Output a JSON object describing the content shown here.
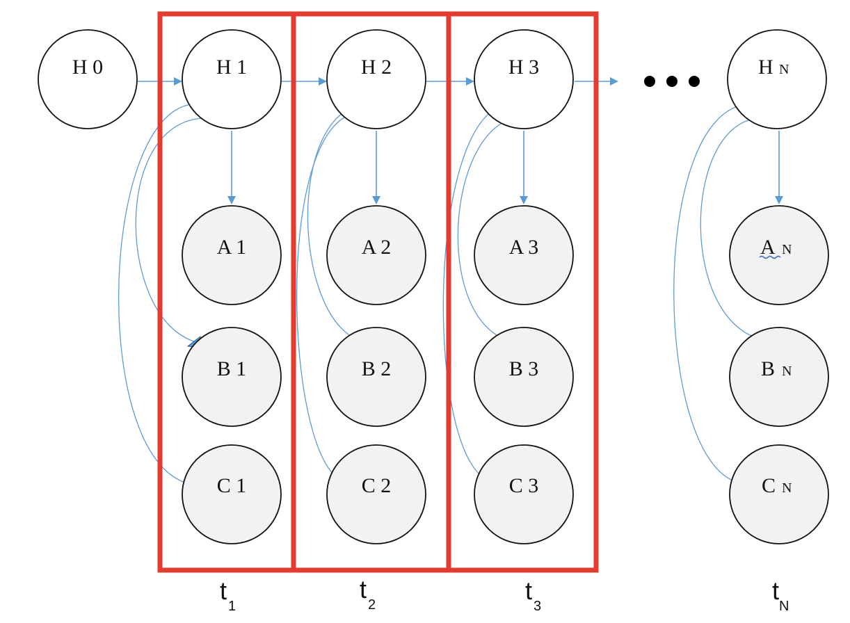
{
  "colors": {
    "frame": "#e53a2e",
    "arrow": "#5b9bd5",
    "hidden_fill": "#ffffff",
    "observed_fill": "#f2f2f2",
    "node_stroke": "#111111",
    "squiggle": "#4472c4"
  },
  "nodes": {
    "h0": "H 0",
    "h1": "H 1",
    "h2": "H 2",
    "h3": "H 3",
    "hn": {
      "main": "H",
      "sub": "N"
    },
    "a1": "A 1",
    "a2": "A 2",
    "a3": "A 3",
    "an": {
      "main": "A",
      "sub": "N"
    },
    "b1": "B 1",
    "b2": "B 2",
    "b3": "B 3",
    "bn": {
      "main": "B",
      "sub": "N"
    },
    "c1": "C 1",
    "c2": "C 2",
    "c3": "C 3",
    "cn": {
      "main": "C",
      "sub": "N"
    }
  },
  "time_labels": [
    {
      "main": "t",
      "sub": "1"
    },
    {
      "main": "t",
      "sub": "2"
    },
    {
      "main": "t",
      "sub": "3"
    },
    {
      "main": "t",
      "sub": "N"
    }
  ]
}
